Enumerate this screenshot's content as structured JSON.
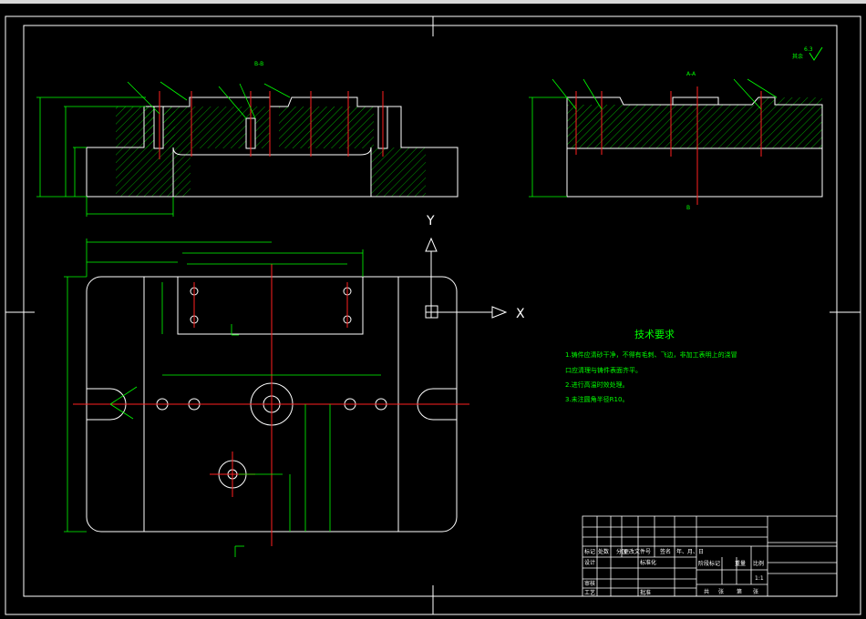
{
  "colors": {
    "background": "#000000",
    "outline": "#ffffff",
    "dimension": "#00ff00",
    "centerline": "#ff2020",
    "hatch": "#00ff00",
    "axis": "#ffffff"
  },
  "views": {
    "section_left_label": "B-B",
    "section_right_label": "A-A",
    "section_marker": "B",
    "roughness_note": "其余",
    "roughness_value": "6.3"
  },
  "axis": {
    "y_label": "Y",
    "x_label": "X"
  },
  "tech": {
    "title": "技术要求",
    "line1": "1.铸件应清砂干净，不得有毛刺、飞边，非加工表明上的浇冒",
    "line2": "口应清理与铸件表面齐平。",
    "line3": "2.进行高温时效处理。",
    "line4": "3.未注圆角半径R10。"
  },
  "title_block": {
    "row_labels": [
      "标记",
      "处数",
      "分区",
      "更改文件号",
      "签名",
      "年、月、日"
    ],
    "design": "设计",
    "standardize": "标准化",
    "review": "审核",
    "process": "工艺",
    "approve": "批准",
    "stage_mark": "阶段标记",
    "weight": "重量",
    "scale": "比例",
    "scale_value": "1:1",
    "sheets": "共",
    "sheet": "张",
    "sheet_of": "第",
    "sheet_end": "张"
  }
}
